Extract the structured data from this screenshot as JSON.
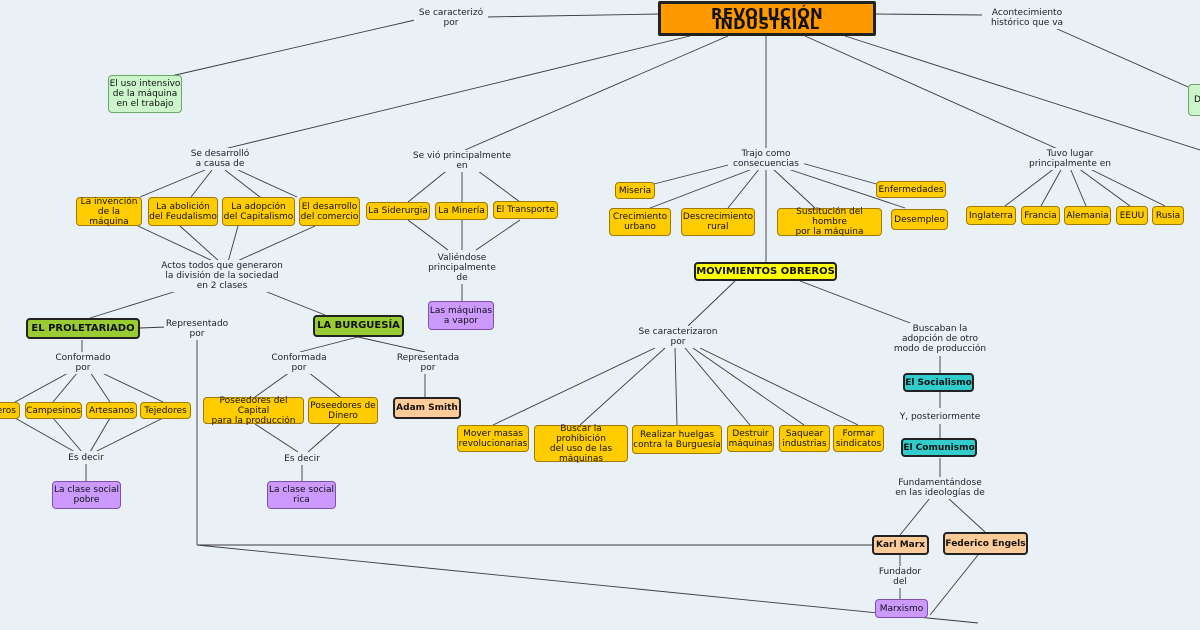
{
  "title": "REVOLUCIÓN INDUSTRIAL",
  "nodes": {
    "uso_maquina": "El uso intensivo\nde la máquina\nen el trabajo",
    "d_partial": "D",
    "invencion": "La invención\nde la máquina",
    "abolicion": "La abolición\ndel Feudalismo",
    "adopcion": "La adopción\ndel Capitalismo",
    "desarrollo_comercio": "El desarrollo\ndel comercio",
    "siderurgia": "La Siderurgia",
    "mineria": "La Minería",
    "transporte": "El Transporte",
    "maquinas_vapor": "Las máquinas\na vapor",
    "miseria": "Miseria",
    "enfermedades": "Enfermedades",
    "crecimiento_urbano": "Crecimiento\nurbano",
    "descrecimiento_rural": "Descrecimiento\nrural",
    "sustitucion": "Sustitución del hombre\npor la máquina",
    "desempleo": "Desempleo",
    "inglaterra": "Inglaterra",
    "francia": "Francia",
    "alemania": "Alemania",
    "eeuu": "EEUU",
    "rusia": "Rusia",
    "movimientos": "MOVIMIENTOS OBREROS",
    "proletariado": "EL PROLETARIADO",
    "burguesia": "LA BURGUESÍA",
    "obreros_partial": "eros",
    "campesinos": "Campesinos",
    "artesanos": "Artesanos",
    "tejedores": "Tejedores",
    "poseedores_capital": "Poseedores del Capital\npara la producción",
    "poseedores_dinero": "Poseedores de\nDinero",
    "adam_smith": "Adam Smith",
    "clase_pobre": "La clase social\npobre",
    "clase_rica": "La clase social\nrica",
    "mover_masas": "Mover masas\nrevolucionarias",
    "buscar_prohibicion": "Buscar la prohibición\ndel uso de las\nmáquinas",
    "realizar_huelgas": "Realizar huelgas\ncontra la Burguesía",
    "destruir": "Destruir\nmáquinas",
    "saquear": "Saquear\nindustrias",
    "formar": "Formar\nsindicatos",
    "socialismo": "El Socialismo",
    "comunismo": "El Comunismo",
    "karl_marx": "Karl Marx",
    "engels": "Federico Engels",
    "marxismo": "Marxismo"
  },
  "labels": {
    "se_caracterizo": "Se caracterizó\npor",
    "acontecimiento": "Acontecimiento\nhistórico que va",
    "se_desarrollo": "Se desarrolló\na causa de",
    "se_vio": "Se vió principalmente\nen",
    "trajo": "Trajo como\nconsecuencias",
    "tuvo_lugar": "Tuvo lugar\nprincipalmente en",
    "valiendose": "Valiéndose\nprincipalmente\nde",
    "actos": "Actos todos que generaron\nla división de la sociedad\nen 2 clases",
    "representado": "Representado\npor",
    "conformado": "Conformado\npor",
    "conformada": "Conformada\npor",
    "representada": "Representada\npor",
    "es_decir_1": "Es decir",
    "es_decir_2": "Es decir",
    "se_caracterizaron": "Se caracterizaron\npor",
    "buscaban": "Buscaban la\nadopción de otro\nmodo de producción",
    "y_posteriormente": "Y, posteriormente",
    "fundamentandose": "Fundamentándose\nen las ideologías de",
    "fundador": "Fundador\ndel"
  }
}
